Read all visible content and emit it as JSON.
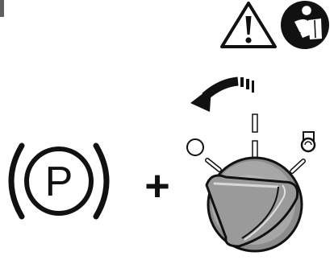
{
  "illustration": {
    "parking_brake_symbol": {
      "letter": "P"
    },
    "combine_sign": {
      "text": "+"
    },
    "icons": {
      "warning": "warning-triangle-icon",
      "manual": "read-manual-icon",
      "rotation": "rotate-left-arrow-icon"
    },
    "selector_positions": [
      "circle",
      "neutral",
      "lock"
    ],
    "colors": {
      "ink": "#111111",
      "knob_fill": "#a7a7a7",
      "knob_shadow": "#7a7a7a",
      "knob_highlight": "#d8d8d8",
      "background": "#ffffff"
    }
  }
}
